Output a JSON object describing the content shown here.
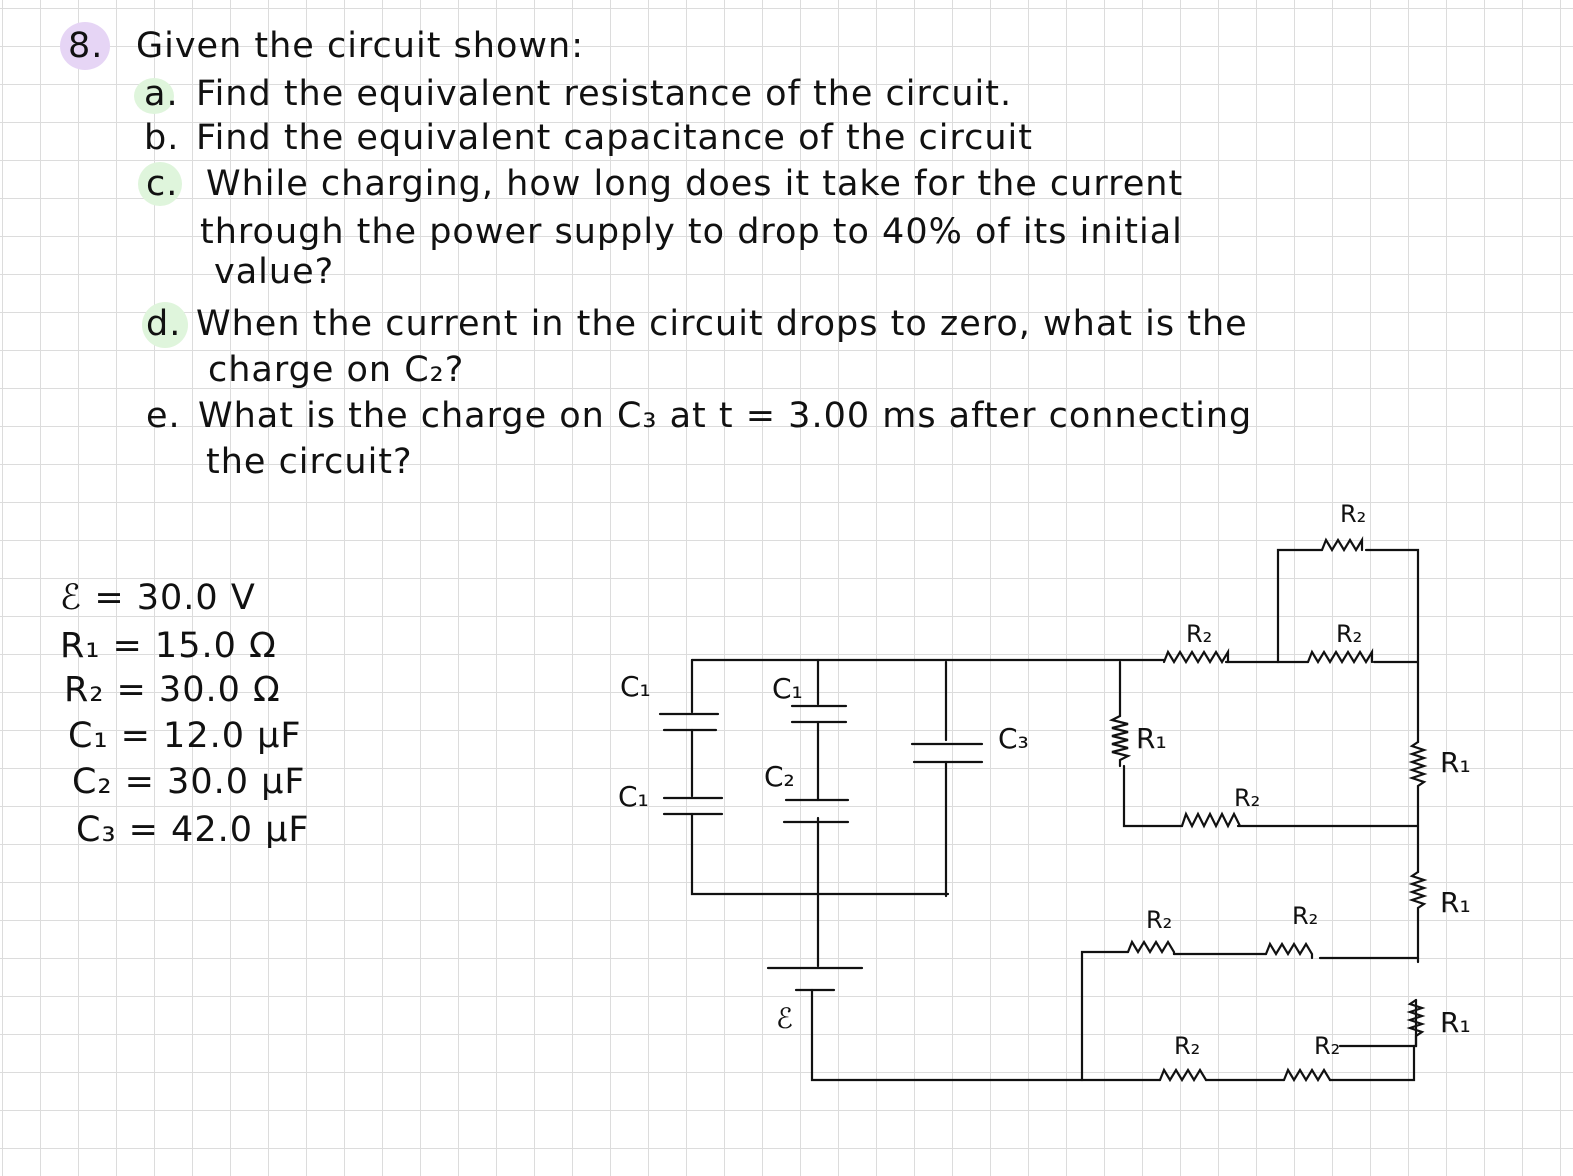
{
  "question": {
    "number": "8.",
    "intro": "Given the circuit shown:",
    "parts": [
      {
        "label": "a.",
        "line1": "Find the equivalent resistance of the circuit.",
        "line2": ""
      },
      {
        "label": "b.",
        "line1": "Find the equivalent capacitance of the circuit",
        "line2": ""
      },
      {
        "label": "c.",
        "line1": "While charging, how long does it take for the current",
        "line2": "through the power supply to drop to 40% of its initial",
        "line3": "value?"
      },
      {
        "label": "d.",
        "line1": "When the current in the circuit drops to zero, what is the",
        "line2": "charge on C₂?"
      },
      {
        "label": "e.",
        "line1": "What is the charge on C₃ at t = 3.00 ms after connecting",
        "line2": "the circuit?"
      }
    ]
  },
  "givens": [
    "ℰ = 30.0 V",
    "R₁ = 15.0 Ω",
    "R₂ = 30.0 Ω",
    "C₁ = 12.0 μF",
    "C₂ = 30.0 μF",
    "C₃ = 42.0 μF"
  ],
  "circuit_labels": {
    "c1": "C₁",
    "c2": "C₂",
    "c3": "C₃",
    "r1": "R₁",
    "r2": "R₂",
    "emf": "ℰ"
  },
  "highlight_colors": {
    "number": "#e6d5f5",
    "parts": "#dff5dc"
  }
}
